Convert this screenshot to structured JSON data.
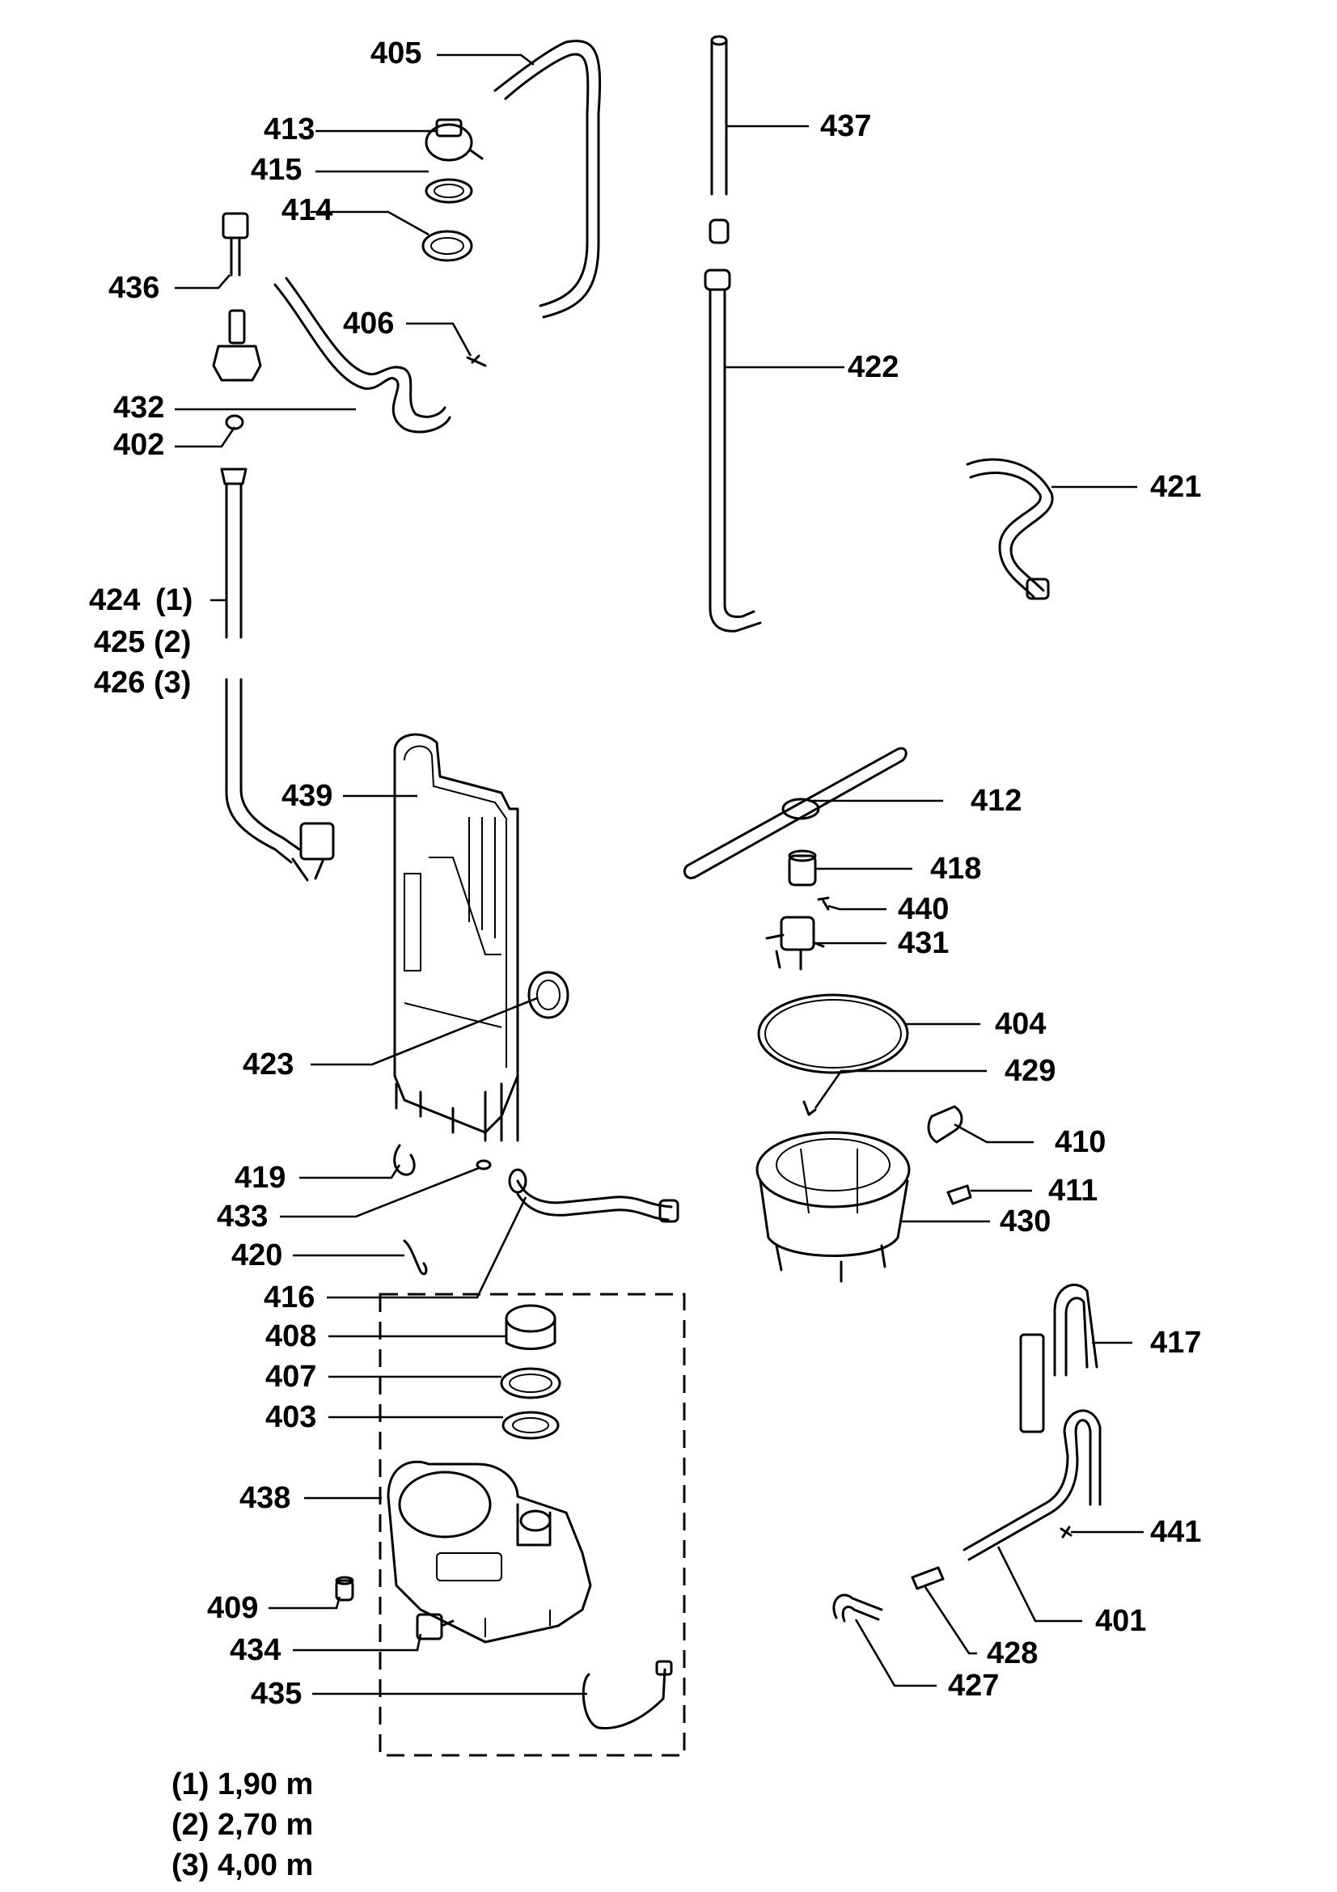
{
  "labels": {
    "p405": "405",
    "p413": "413",
    "p415": "415",
    "p414": "414",
    "p436": "436",
    "p406": "406",
    "p432": "432",
    "p402": "402",
    "p424": "424",
    "p424_note": "(1)",
    "p425": "425",
    "p425_note": "(2)",
    "p426": "426",
    "p426_note": "(3)",
    "p437": "437",
    "p422": "422",
    "p421": "421",
    "p439": "439",
    "p412": "412",
    "p418": "418",
    "p440": "440",
    "p431": "431",
    "p404": "404",
    "p423": "423",
    "p429": "429",
    "p410": "410",
    "p419": "419",
    "p411": "411",
    "p433": "433",
    "p430": "430",
    "p420": "420",
    "p416": "416",
    "p408": "408",
    "p407": "407",
    "p403": "403",
    "p417": "417",
    "p438": "438",
    "p441": "441",
    "p409": "409",
    "p401": "401",
    "p434": "434",
    "p428": "428",
    "p435": "435",
    "p427": "427"
  },
  "legend": {
    "line1": "(1) 1,90 m",
    "line2": "(2) 2,70 m",
    "line3": "(3) 4,00 m"
  }
}
